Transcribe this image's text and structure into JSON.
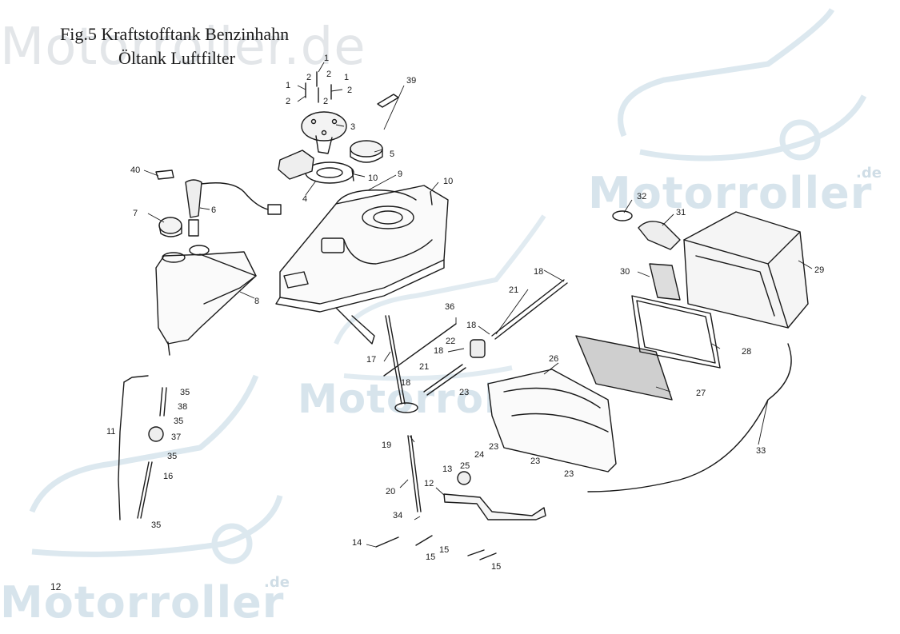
{
  "figure": {
    "title_line1": "Fig.5  Kraftstofftank Benzinhahn",
    "title_line2": "Öltank Luftfilter",
    "page_number": "12"
  },
  "watermark": {
    "brand": "Motorroller",
    "suffix": ".de",
    "top_text": "Motorroller.de"
  },
  "callouts": [
    {
      "label": "1"
    },
    {
      "label": "1"
    },
    {
      "label": "1"
    },
    {
      "label": "2"
    },
    {
      "label": "2"
    },
    {
      "label": "2"
    },
    {
      "label": "2"
    },
    {
      "label": "2"
    },
    {
      "label": "3"
    },
    {
      "label": "4"
    },
    {
      "label": "5"
    },
    {
      "label": "6"
    },
    {
      "label": "7"
    },
    {
      "label": "8"
    },
    {
      "label": "9"
    },
    {
      "label": "10"
    },
    {
      "label": "10"
    },
    {
      "label": "11"
    },
    {
      "label": "12"
    },
    {
      "label": "13"
    },
    {
      "label": "14"
    },
    {
      "label": "15"
    },
    {
      "label": "15"
    },
    {
      "label": "15"
    },
    {
      "label": "16"
    },
    {
      "label": "17"
    },
    {
      "label": "18"
    },
    {
      "label": "18"
    },
    {
      "label": "18"
    },
    {
      "label": "18"
    },
    {
      "label": "19"
    },
    {
      "label": "20"
    },
    {
      "label": "21"
    },
    {
      "label": "21"
    },
    {
      "label": "22"
    },
    {
      "label": "23"
    },
    {
      "label": "23"
    },
    {
      "label": "23"
    },
    {
      "label": "23"
    },
    {
      "label": "24"
    },
    {
      "label": "25"
    },
    {
      "label": "26"
    },
    {
      "label": "27"
    },
    {
      "label": "28"
    },
    {
      "label": "29"
    },
    {
      "label": "30"
    },
    {
      "label": "31"
    },
    {
      "label": "32"
    },
    {
      "label": "33"
    },
    {
      "label": "34"
    },
    {
      "label": "35"
    },
    {
      "label": "35"
    },
    {
      "label": "35"
    },
    {
      "label": "35"
    },
    {
      "label": "36"
    },
    {
      "label": "37"
    },
    {
      "label": "38"
    },
    {
      "label": "39"
    },
    {
      "label": "40"
    }
  ]
}
